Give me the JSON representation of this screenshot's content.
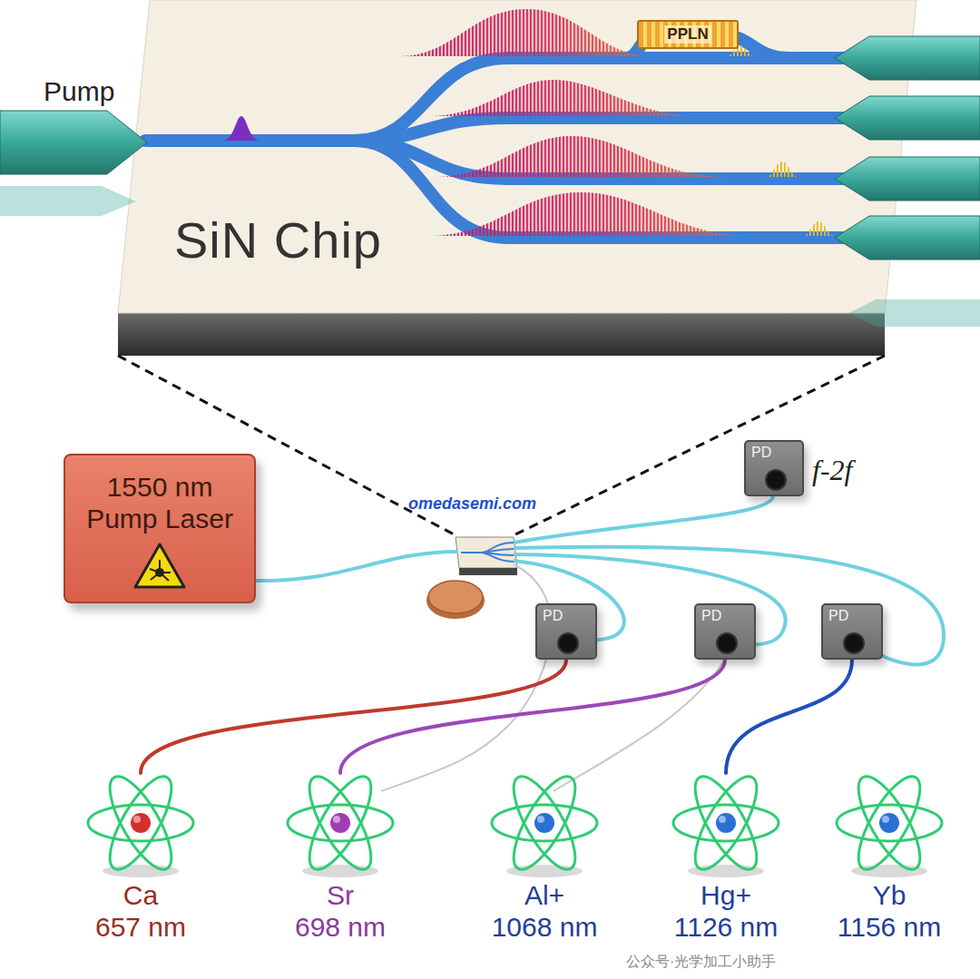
{
  "diagram": {
    "nodes": [
      {
        "text": [
          "SiN Chip"
        ]
      },
      {
        "text": [
          "PPLN"
        ],
        "in": 0
      },
      {
        "text": [
          "1550 nm Pump Laser"
        ]
      },
      {
        "text": [
          "PD"
        ]
      },
      {
        "text": [
          "PD"
        ]
      },
      {
        "text": [
          "PD"
        ]
      },
      {
        "text": [
          "PD"
        ]
      },
      {
        "text": [
          "Ca",
          "657 nm"
        ]
      },
      {
        "text": [
          "Sr",
          "698 nm"
        ]
      },
      {
        "text": [
          "Al+",
          "1068 nm"
        ]
      },
      {
        "text": [
          "Hg+",
          "1126 nm"
        ]
      },
      {
        "text": [
          "Yb",
          "1156 nm"
        ]
      }
    ],
    "edges": [
      {
        "from": 4,
        "to": 7,
        "arrow": "none"
      },
      {
        "from": 5,
        "to": 8,
        "arrow": "none"
      },
      {
        "from": 6,
        "to": 10,
        "arrow": "none"
      }
    ],
    "labels": [
      "Pump",
      "omedasemi.com",
      "f-2f",
      "公众号·光学加工小助手"
    ]
  }
}
